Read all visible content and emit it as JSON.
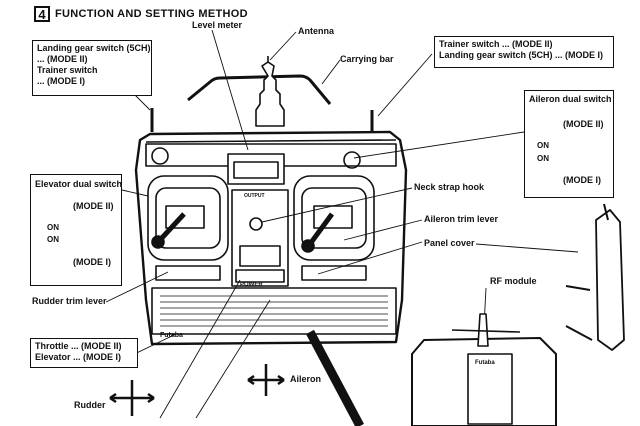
{
  "header": {
    "number": "4",
    "title": "FUNCTION AND SETTING METHOD"
  },
  "labels": {
    "level_meter": "Level meter",
    "antenna": "Antenna",
    "carrying_bar": "Carrying bar",
    "neck_strap_hook": "Neck strap hook",
    "aileron_trim_lever": "Aileron trim lever",
    "panel_cover": "Panel cover",
    "rf_module": "RF module",
    "rudder_trim_lever": "Rudder trim lever",
    "aileron": "Aileron",
    "rudder": "Rudder"
  },
  "boxes": {
    "landing_gear": [
      "Landing gear switch (5CH)",
      "... (MODE II)",
      "Trainer switch",
      "... (MODE I)"
    ],
    "trainer": [
      "Trainer switch ... (MODE II)",
      "Landing gear switch (5CH) ... (MODE I)"
    ],
    "aileron_dual": {
      "title": "Aileron dual switch",
      "mode2": "(MODE II)",
      "on1": "ON",
      "on2": "ON",
      "mode1": "(MODE I)"
    },
    "elevator_dual": {
      "title": "Elevator dual switch",
      "mode2": "(MODE II)",
      "on1": "ON",
      "on2": "ON",
      "mode1": "(MODE I)"
    },
    "throttle": [
      "Throttle ... (MODE II)",
      "Elevator ... (MODE I)"
    ]
  },
  "transmitter": {
    "brand": "Futaba",
    "power": "POWER",
    "output": "OUTPUT"
  },
  "rf_box": {
    "brand": "Futaba"
  }
}
